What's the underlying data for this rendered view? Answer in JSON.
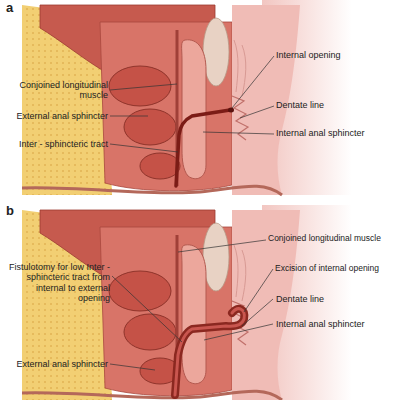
{
  "diagram": {
    "labels": [
      "a",
      "Internal opening",
      "Conjoined longitudinal muscle",
      "Dentate line",
      "External anal sphincter",
      "Internal anal sphincter",
      "Inter - sphincteric tract",
      "b",
      "Conjoined longitudinal muscle",
      "Fistulotomy for low Inter - sphincteric tract from internal to external opening",
      "Excision of internal opening",
      "Dentate line",
      "Internal anal sphincter",
      "External anal sphincter"
    ]
  }
}
